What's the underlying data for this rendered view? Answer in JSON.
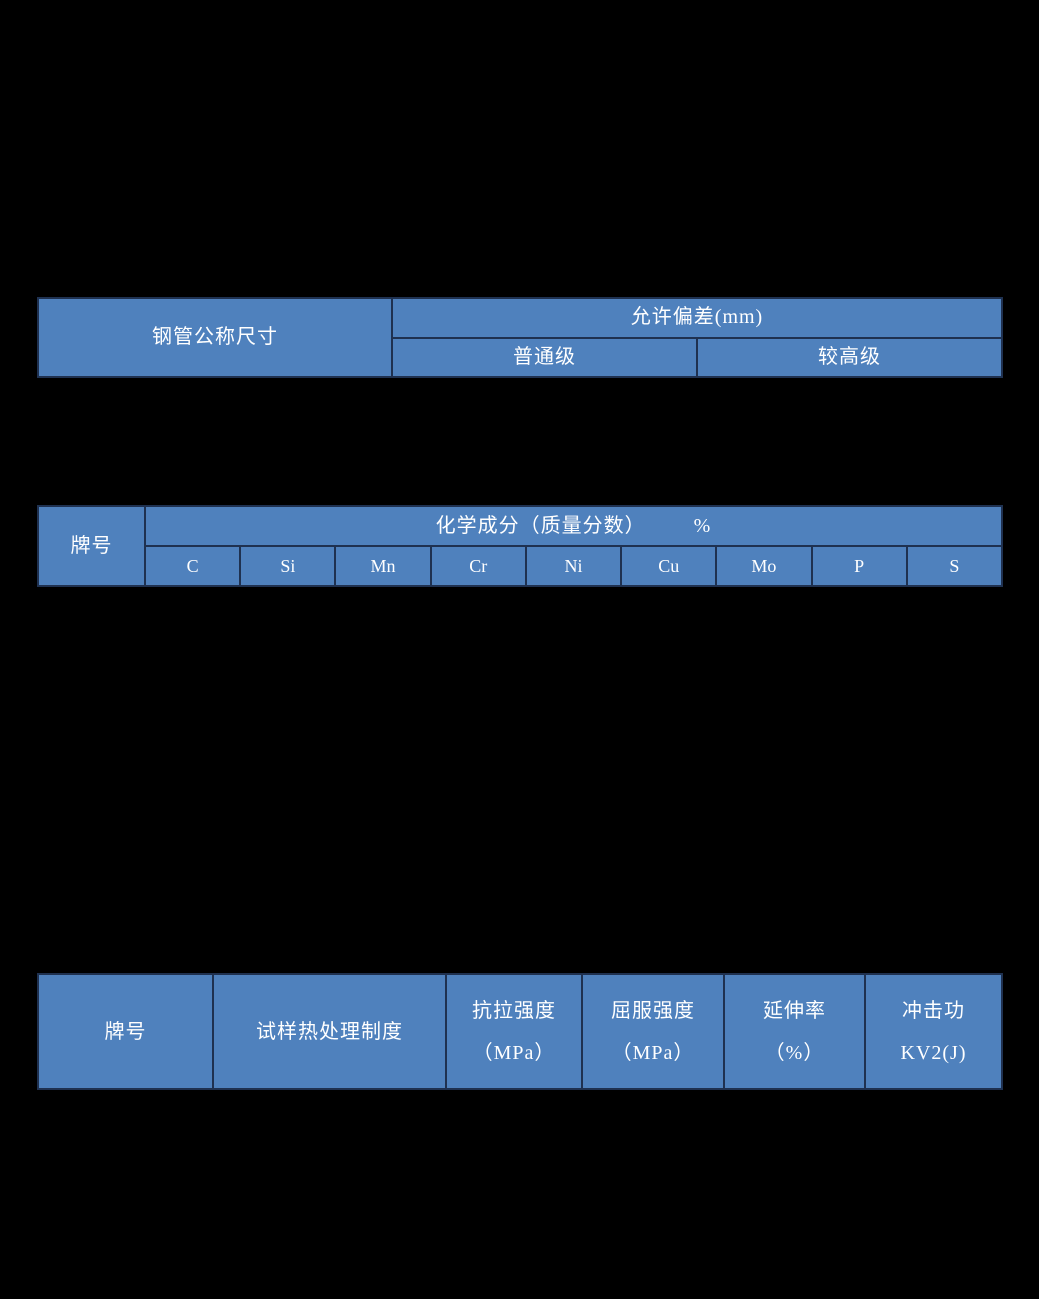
{
  "page": {
    "background_color": "#000000"
  },
  "colors": {
    "cell_fill": "#4f81bd",
    "cell_border": "#1f3150",
    "text": "#ffffff"
  },
  "tables": {
    "size_deviation": {
      "corner": "钢管公称尺寸",
      "header": "允许偏差(mm)",
      "sub_headers": [
        "普通级",
        "较高级"
      ]
    },
    "chemical": {
      "corner": "牌号",
      "header": "化学成分（质量分数）        %",
      "elements": [
        "C",
        "Si",
        "Mn",
        "Cr",
        "Ni",
        "Cu",
        "Mo",
        "P",
        "S"
      ]
    },
    "mechanical": {
      "headers": [
        "牌号",
        "试样热处理制度",
        "抗拉强度\n（MPa）",
        "屈服强度\n（MPa）",
        "延伸率\n（%）",
        "冲击功\nKV2(J)"
      ]
    }
  }
}
